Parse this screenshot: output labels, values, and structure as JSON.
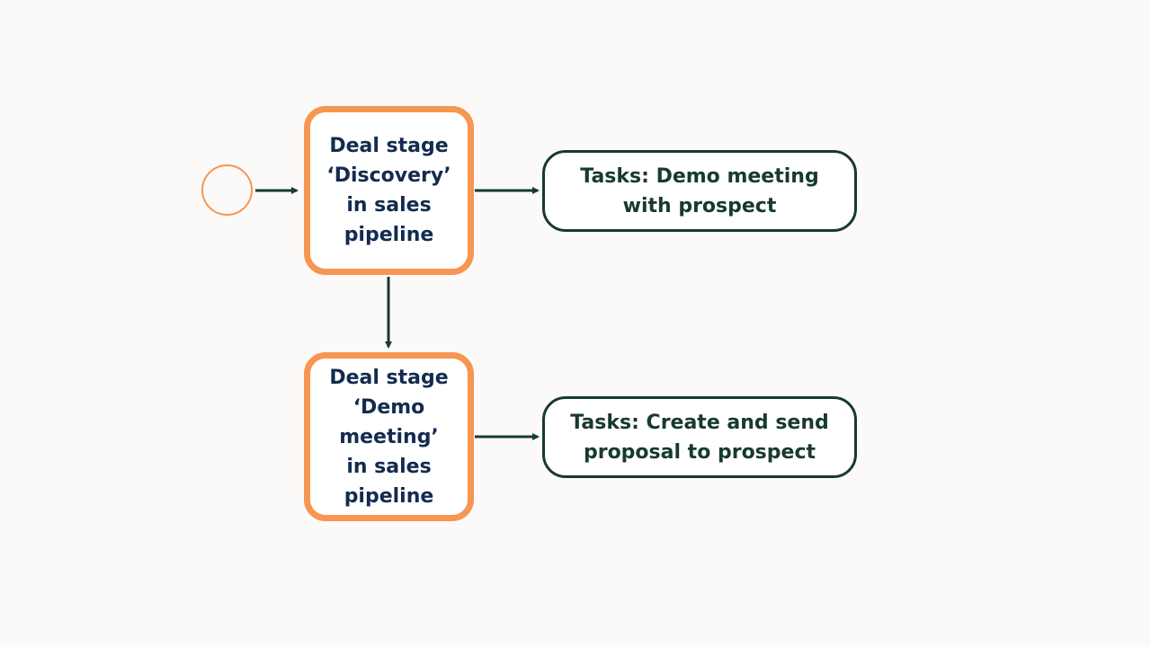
{
  "diagram": {
    "stages": [
      {
        "label": "Deal stage ‘Discovery’ in sales pipeline"
      },
      {
        "label": "Deal stage ‘Demo meeting’ in sales pipeline"
      }
    ],
    "tasks": [
      {
        "label": "Tasks: Demo meeting with prospect"
      },
      {
        "label": "Tasks: Create and send proposal to prospect"
      }
    ],
    "colors": {
      "stage_border": "#f79552",
      "stage_text": "#132b4f",
      "task_border": "#173a2e",
      "task_text": "#173a2e",
      "connector": "#173a2e",
      "start_node": "#f79552",
      "background": "#fcfaf8"
    }
  }
}
